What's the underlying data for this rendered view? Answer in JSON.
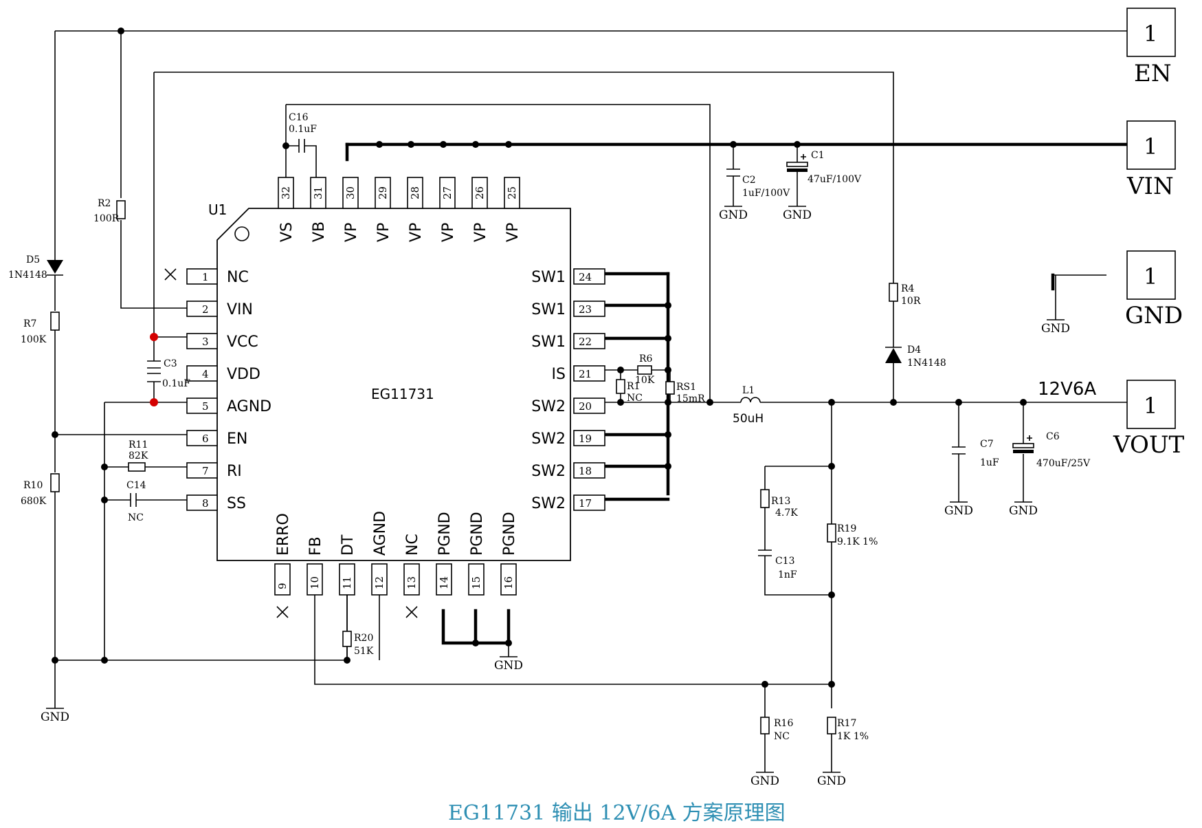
{
  "chip": {
    "ref": "U1",
    "part": "EG11731",
    "pins_left": [
      {
        "num": "1",
        "name": "NC"
      },
      {
        "num": "2",
        "name": "VIN"
      },
      {
        "num": "3",
        "name": "VCC"
      },
      {
        "num": "4",
        "name": "VDD"
      },
      {
        "num": "5",
        "name": "AGND"
      },
      {
        "num": "6",
        "name": "EN"
      },
      {
        "num": "7",
        "name": "RI"
      },
      {
        "num": "8",
        "name": "SS"
      }
    ],
    "pins_right": [
      {
        "num": "24",
        "name": "SW1"
      },
      {
        "num": "23",
        "name": "SW1"
      },
      {
        "num": "22",
        "name": "SW1"
      },
      {
        "num": "21",
        "name": "IS"
      },
      {
        "num": "20",
        "name": "SW2"
      },
      {
        "num": "19",
        "name": "SW2"
      },
      {
        "num": "18",
        "name": "SW2"
      },
      {
        "num": "17",
        "name": "SW2"
      }
    ],
    "pins_top": [
      {
        "num": "32",
        "name": "VS"
      },
      {
        "num": "31",
        "name": "VB"
      },
      {
        "num": "30",
        "name": "VP"
      },
      {
        "num": "29",
        "name": "VP"
      },
      {
        "num": "28",
        "name": "VP"
      },
      {
        "num": "27",
        "name": "VP"
      },
      {
        "num": "26",
        "name": "VP"
      },
      {
        "num": "25",
        "name": "VP"
      }
    ],
    "pins_bottom": [
      {
        "num": "9",
        "name": "ERRO"
      },
      {
        "num": "10",
        "name": "FB"
      },
      {
        "num": "11",
        "name": "DT"
      },
      {
        "num": "12",
        "name": "AGND"
      },
      {
        "num": "13",
        "name": "NC"
      },
      {
        "num": "14",
        "name": "PGND"
      },
      {
        "num": "15",
        "name": "PGND"
      },
      {
        "num": "16",
        "name": "PGND"
      }
    ]
  },
  "components": {
    "C16": {
      "ref": "C16",
      "value": "0.1uF"
    },
    "C2": {
      "ref": "C2",
      "value": "1uF/100V"
    },
    "C1": {
      "ref": "C1",
      "value": "47uF/100V"
    },
    "R2": {
      "ref": "R2",
      "value": "100R"
    },
    "D5": {
      "ref": "D5",
      "value": "1N4148"
    },
    "R7": {
      "ref": "R7",
      "value": "100K"
    },
    "R10": {
      "ref": "R10",
      "value": "680K"
    },
    "C3": {
      "ref": "C3",
      "value": "0.1uF"
    },
    "R11": {
      "ref": "R11",
      "value": "82K"
    },
    "C14": {
      "ref": "C14",
      "value": "NC"
    },
    "R6": {
      "ref": "R6",
      "value": "10K"
    },
    "R1": {
      "ref": "R1",
      "value": "NC"
    },
    "RS1": {
      "ref": "RS1",
      "value": "15mR"
    },
    "L1": {
      "ref": "L1",
      "value": "50uH"
    },
    "R4": {
      "ref": "R4",
      "value": "10R"
    },
    "D4": {
      "ref": "D4",
      "value": "1N4148"
    },
    "C7": {
      "ref": "C7",
      "value": "1uF"
    },
    "C6": {
      "ref": "C6",
      "value": "470uF/25V"
    },
    "R13": {
      "ref": "R13",
      "value": "4.7K"
    },
    "C13": {
      "ref": "C13",
      "value": "1nF"
    },
    "R19": {
      "ref": "R19",
      "value": "9.1K 1%"
    },
    "R20": {
      "ref": "R20",
      "value": "51K"
    },
    "R16": {
      "ref": "R16",
      "value": "NC"
    },
    "R17": {
      "ref": "R17",
      "value": "1K 1%"
    }
  },
  "gnd_label": "GND",
  "ports": [
    {
      "num": "1",
      "name": "EN"
    },
    {
      "num": "1",
      "name": "VIN"
    },
    {
      "num": "1",
      "name": "GND"
    },
    {
      "num": "1",
      "name": "VOUT"
    }
  ],
  "net_label": "12V6A",
  "caption": "EG11731 输出 12V/6A 方案原理图"
}
